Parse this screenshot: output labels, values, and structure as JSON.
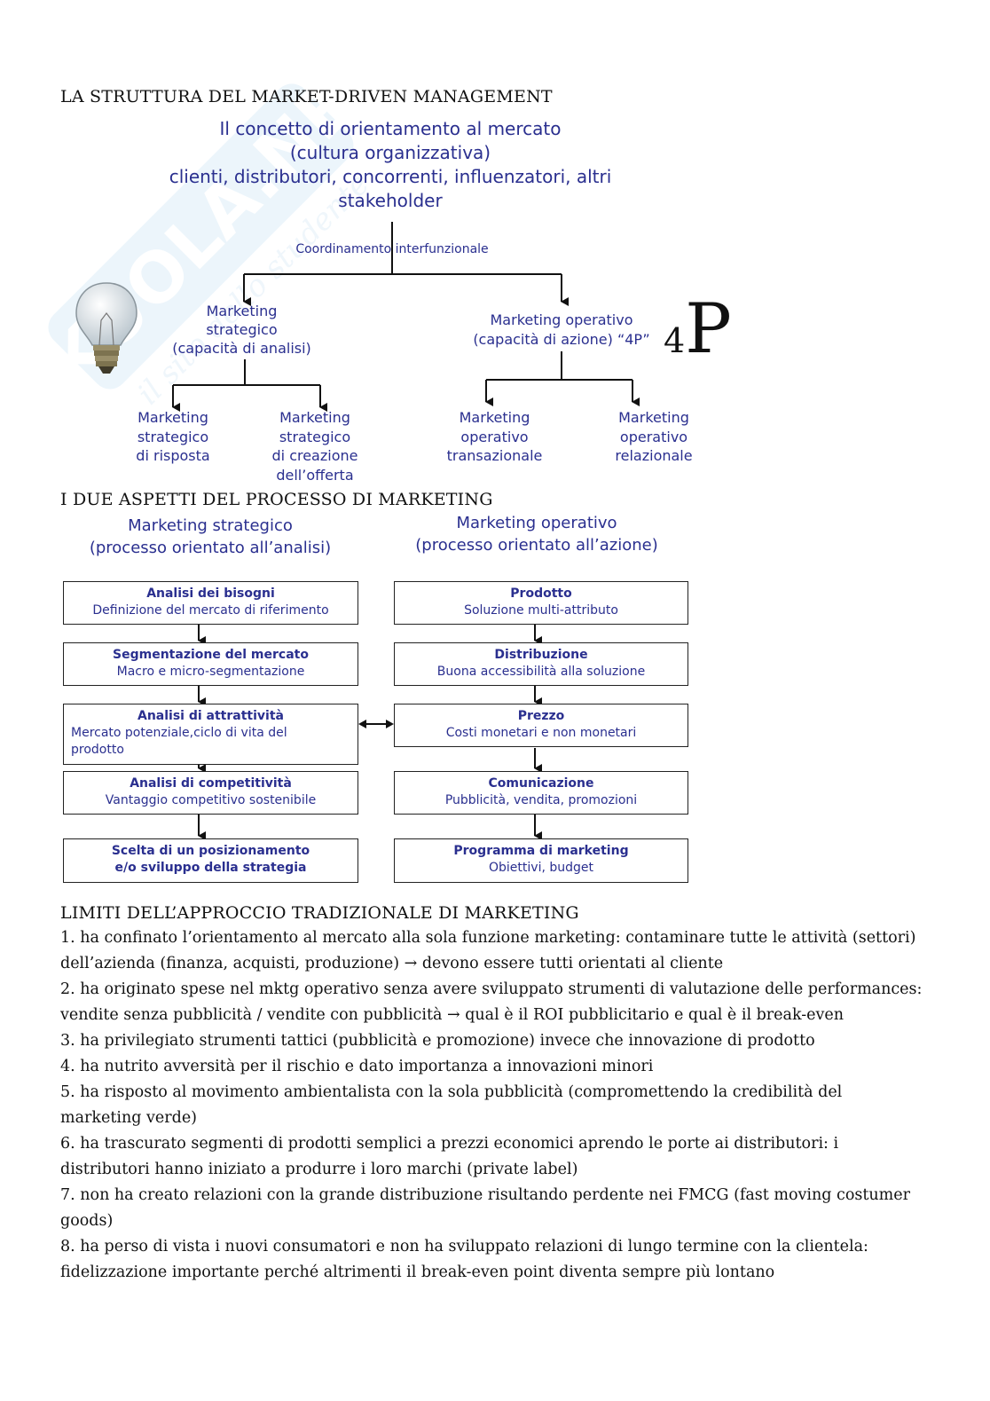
{
  "watermark": {
    "text": "SKUOLA.NET",
    "subtext": "il sito dello studente"
  },
  "section1": {
    "heading": "LA STRUTTURA DEL MARKET-DRIVEN MANAGEMENT",
    "concept_line1": "Il concetto di orientamento al mercato",
    "concept_line2": "(cultura organizzativa)",
    "concept_line3": "clienti, distributori, concorrenti, influenzatori, altri",
    "concept_line4": "stakeholder",
    "coordination": "Coordinamento interfunzionale",
    "strategic_line1": "Marketing",
    "strategic_line2": "strategico",
    "strategic_line3": "(capacità di analisi)",
    "operative_line1": "Marketing operativo",
    "operative_line2": "(capacità di azione) “4P”",
    "fourp_four": "4",
    "fourp_p": "P",
    "leaves": [
      {
        "l1": "Marketing",
        "l2": "strategico",
        "l3": "di risposta",
        "l4": ""
      },
      {
        "l1": "Marketing",
        "l2": "strategico",
        "l3": "di creazione",
        "l4": "dell’offerta"
      },
      {
        "l1": "Marketing",
        "l2": "operativo",
        "l3": "transazionale",
        "l4": ""
      },
      {
        "l1": "Marketing",
        "l2": "operativo",
        "l3": "relazionale",
        "l4": ""
      }
    ]
  },
  "section2": {
    "heading": "I DUE ASPETTI DEL PROCESSO DI MARKETING",
    "left_title": "Marketing strategico",
    "left_subtitle": "(processo orientato all’analisi)",
    "right_title": "Marketing operativo",
    "right_subtitle": "(processo orientato all’azione)",
    "left_boxes": [
      {
        "title": "Analisi dei bisogni",
        "sub": "Definizione del mercato di riferimento"
      },
      {
        "title": "Segmentazione del mercato",
        "sub": "Macro e micro-segmentazione"
      },
      {
        "title": "Analisi di attrattività",
        "sub": "Mercato potenziale,ciclo di vita del prodotto"
      },
      {
        "title": "Analisi di competitività",
        "sub": "Vantaggio competitivo sostenibile"
      },
      {
        "title": "Scelta di un posizionamento",
        "sub": "e/o sviluppo della strategia"
      }
    ],
    "right_boxes": [
      {
        "title": "Prodotto",
        "sub": "Soluzione multi-attributo"
      },
      {
        "title": "Distribuzione",
        "sub": "Buona accessibilità alla soluzione"
      },
      {
        "title": "Prezzo",
        "sub": "Costi monetari e non monetari"
      },
      {
        "title": "Comunicazione",
        "sub": "Pubblicità, vendita, promozioni"
      },
      {
        "title": "Programma di marketing",
        "sub": "Obiettivi, budget"
      }
    ]
  },
  "section3": {
    "heading": "LIMITI DELL’APPROCCIO TRADIZIONALE DI MARKETING",
    "items": [
      "1. ha confinato l’orientamento al mercato alla sola funzione marketing: contaminare tutte le attività (settori) dell’azienda (finanza, acquisti, produzione) → devono essere tutti orientati al cliente",
      "2. ha originato spese nel mktg operativo senza avere sviluppato strumenti di valutazione delle performances: vendite senza pubblicità / vendite con pubblicità → qual è il ROI pubblicitario e qual è il break-even",
      "3. ha privilegiato strumenti tattici (pubblicità e promozione) invece che innovazione di prodotto",
      "4. ha nutrito avversità per il rischio e dato importanza a innovazioni minori",
      "5. ha risposto al movimento ambientalista con la sola pubblicità (compromettendo la credibilità del marketing verde)",
      "6. ha trascurato segmenti di prodotti semplici a prezzi economici aprendo le porte ai distributori: i distributori hanno iniziato a produrre i loro marchi (private label)",
      "7. non ha creato relazioni con la grande distribuzione risultando perdente nei FMCG (fast moving costumer goods)",
      "8. ha perso di vista i nuovi consumatori e non ha sviluppato relazioni di lungo termine con la clientela: fidelizzazione importante perché altrimenti il break-even point diventa sempre più lontano"
    ]
  }
}
